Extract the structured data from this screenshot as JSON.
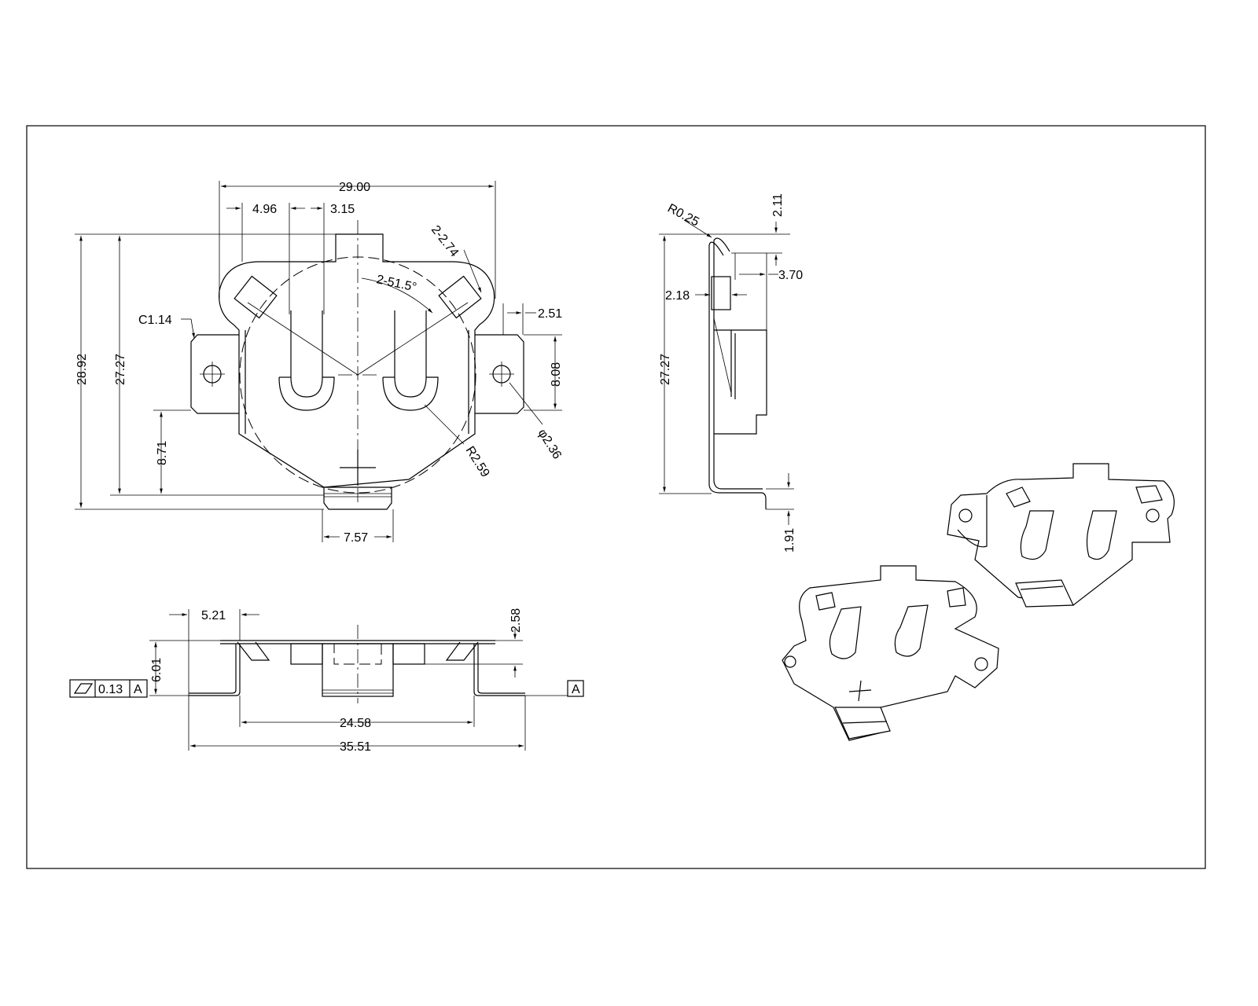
{
  "dimensions": {
    "top_width": "29.00",
    "slot_offset": "4.96",
    "slot_width": "3.15",
    "slot_count_width": "2-2.74",
    "slot_angle": "2-51.5°",
    "tab_width": "2.51",
    "corner_chamfer": "C1.14",
    "total_height": "28.92",
    "body_height": "27.27",
    "tab_height": "8.08",
    "hole_offset": "8.71",
    "hole_diameter": "φ2.36",
    "slot_radius": "R2.59",
    "bottom_tab_width": "7.57",
    "side_bend_radius": "R0.25",
    "side_top": "2.11",
    "side_spring": "3.70",
    "side_thickness": "2.18",
    "side_height": "27.27",
    "side_foot": "1.91",
    "front_tab": "5.21",
    "front_clearance": "2.58",
    "front_height": "6.01",
    "front_inner_width": "24.58",
    "front_total_width": "35.51"
  },
  "tolerance": {
    "value": "0.13",
    "datum": "A",
    "datum_label": "A"
  }
}
